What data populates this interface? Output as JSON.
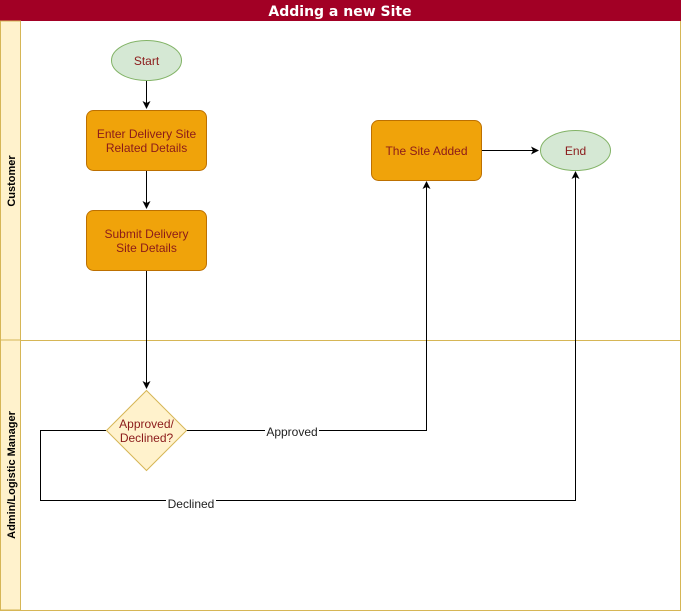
{
  "diagram": {
    "title": "Adding a new Site",
    "lanes": {
      "customer": "Customer",
      "admin": "Admin/Logistic Manager"
    },
    "nodes": {
      "start": "Start",
      "enter_line1": "Enter Delivery Site",
      "enter_line2": "Related Details",
      "submit_line1": "Submit Delivery",
      "submit_line2": "Site Details",
      "decision_line1": "Approved/",
      "decision_line2": "Declined?",
      "site_added": "The Site Added",
      "end": "End"
    },
    "edges": {
      "approved": "Approved",
      "declined": "Declined"
    },
    "colors": {
      "title_bar": "#a20025",
      "lane_header": "#fff2cc",
      "lane_border": "#d6b656",
      "process_fill": "#f0a30a",
      "process_stroke": "#bd7000",
      "terminal_fill": "#d5e8d4",
      "terminal_stroke": "#82b366",
      "decision_fill": "#fff2cc",
      "decision_stroke": "#d6b656"
    }
  }
}
